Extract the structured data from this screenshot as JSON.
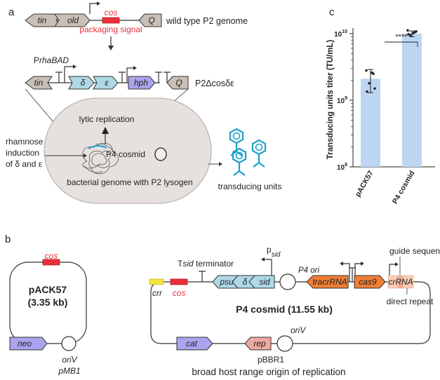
{
  "colors": {
    "gray_gene": "#c9bfb6",
    "red_gene": "#e8303a",
    "cyan_gene": "#aed8e6",
    "purple_gene": "#aaa3ee",
    "orange_gene": "#f07e36",
    "salmon_gene": "#f9ccb5",
    "pink_gene": "#efa9a0",
    "yellow_gene": "#f6e53a",
    "cell_fill": "#e6e1df",
    "phage_blue": "#1fa1c8",
    "bar_fill": "#bcd6f2",
    "red_text": "#e8303a"
  },
  "panel_a": {
    "label": "a",
    "wt_genes": {
      "tin": "tin",
      "old": "old",
      "cos": "cos",
      "q": "Q"
    },
    "packaging_signal": "packaging signal",
    "wt_caption": "wild type P2 genome",
    "promoter_prefix": "P",
    "promoter_name": "rhaBAD",
    "mut_genes": {
      "tin": "tin",
      "delta": "δ",
      "epsilon": "ε",
      "hph": "hph",
      "q": "Q"
    },
    "mut_caption": "P2Δcosδε",
    "lytic_replication": "lytic replication",
    "rhamnose_1": "rhamnose",
    "rhamnose_2": "induction",
    "rhamnose_3": "of δ and ε",
    "p4_cosmid": "P4 cosmid",
    "bacterial_genome": "bacterial genome with P2 lysogen",
    "transducing_units": "transducing units"
  },
  "panel_b": {
    "label": "b",
    "pack57": {
      "cos": "cos",
      "name": "pACK57",
      "size": "(3.35 kb)",
      "neo": "neo",
      "oriv": "oriV",
      "pmb1": "pMB1"
    },
    "p4": {
      "tsid_prefix": "T",
      "tsid_italic": "sid",
      "tsid_suffix": " terminator",
      "psid_p": "p",
      "psid_sub": "sid",
      "guide_sequence": "guide sequence",
      "crr": "crr",
      "cos": "cos",
      "psu": "psu",
      "delta": "δ",
      "sid": "sid",
      "p4_ori": "P4 ori",
      "tracrRNA": "tracrRNA",
      "cas9": "cas9",
      "crRNA": "crRNA",
      "name": "P4 cosmid (11.55 kb)",
      "direct_repeat": "direct repeat",
      "cat": "cat",
      "rep": "rep",
      "oriv": "oriV",
      "pbbr1": "pBBR1",
      "broad_host": "broad host range origin of replication"
    }
  },
  "panel_c": {
    "label": "c",
    "significance": "****"
  },
  "chart_data": {
    "type": "bar",
    "categories": [
      "pACK57",
      "P4 cosmid"
    ],
    "values": [
      2100000000.0,
      10000000000.0
    ],
    "error": [
      800000000.0,
      1000000000.0
    ],
    "points": [
      [
        2800000000.0,
        2500000000.0,
        1800000000.0,
        1500000000.0,
        1350000000.0,
        2600000000.0
      ],
      [
        11200000000.0,
        10500000000.0,
        9500000000.0,
        10800000000.0,
        9800000000.0,
        10200000000.0
      ]
    ],
    "ylabel": "Transducing units titer (TU/mL)",
    "yscale": "log",
    "ylim": [
      100000000.0,
      10000000000.0
    ],
    "yticks": [
      100000000.0,
      1000000000.0,
      10000000000.0
    ],
    "ytick_labels": [
      {
        "base": "10",
        "exp": "8"
      },
      {
        "base": "10",
        "exp": "9"
      },
      {
        "base": "10",
        "exp": "10"
      }
    ],
    "grid": false
  }
}
